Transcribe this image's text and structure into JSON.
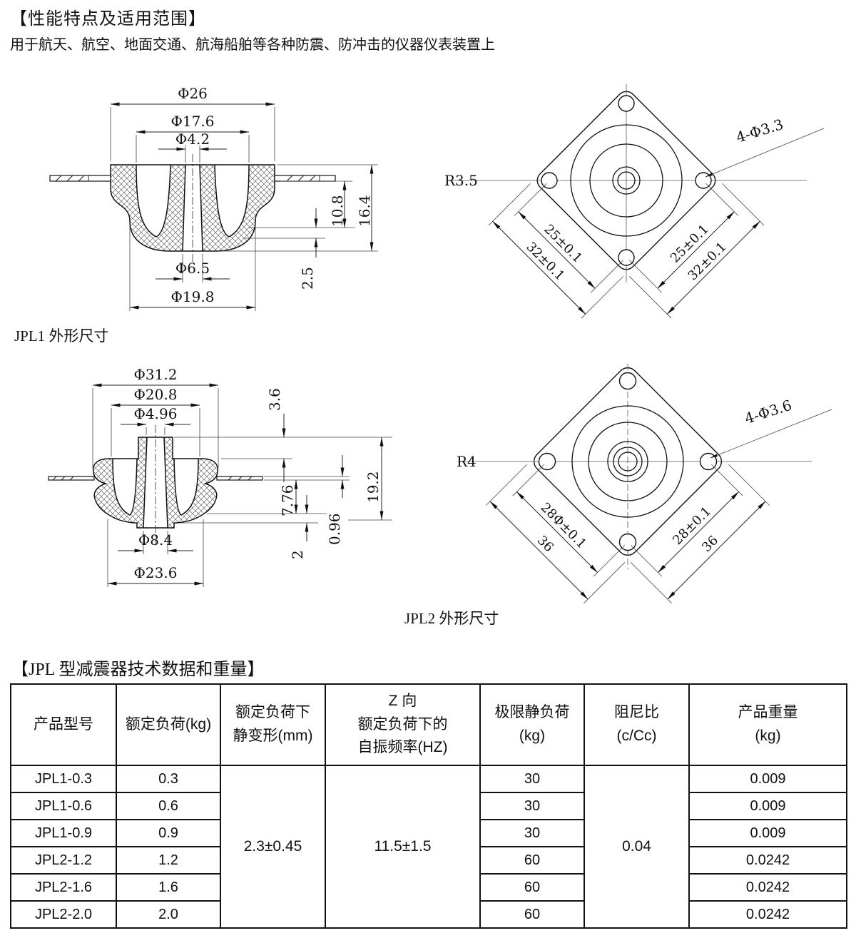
{
  "header": {
    "title": "【性能特点及适用范围】",
    "subtitle": "用于航天、航空、地面交通、航海船舶等各种防震、防冲击的仪器仪表装置上"
  },
  "jpl1": {
    "caption": "JPL1 外形尺寸",
    "section": {
      "d1": "Φ26",
      "d2": "Φ17.6",
      "d3": "Φ4.2",
      "d4": "Φ6.5",
      "d5": "Φ19.8",
      "h_total": "16.4",
      "h_upper": "10.8",
      "h_lower": "2.5"
    },
    "top": {
      "corner_radius": "R3.5",
      "holes": "4-Φ3.3",
      "left_inner": "25±0.1",
      "left_outer": "32±0.1",
      "right_inner": "25±0.1",
      "right_outer": "32±0.1"
    }
  },
  "jpl2": {
    "caption": "JPL2 外形尺寸",
    "section": {
      "d1": "Φ31.2",
      "d2": "Φ20.8",
      "d3": "Φ4.96",
      "d4": "Φ8.4",
      "d5": "Φ23.6",
      "h1": "3.6",
      "h_total": "19.2",
      "h2": "7.76",
      "h3": "0.96",
      "h4": "2"
    },
    "top": {
      "corner_radius": "R4",
      "holes": "4-Φ3.6",
      "left_inner": "28Φ±0.1",
      "left_outer": "36",
      "right_inner": "28±0.1",
      "right_outer": "36"
    }
  },
  "table": {
    "title": "【JPL 型减震器技术数据和重量】",
    "headers": {
      "model": "产品型号",
      "rated_load": "额定负荷(kg)",
      "static_deform": "额定负荷下\n静变形(mm)",
      "frequency": "Z 向\n额定负荷下的\n自振频率(HZ)",
      "limit_load": "极限静负荷\n(kg)",
      "damping": "阻尼比\n(c/Cc)",
      "weight": "产品重量\n(kg)"
    },
    "merged": {
      "static_deform": "2.3±0.45",
      "frequency": "11.5±1.5",
      "damping": "0.04"
    },
    "rows": [
      {
        "model": "JPL1-0.3",
        "rated_load": "0.3",
        "limit_load": "30",
        "weight": "0.009"
      },
      {
        "model": "JPL1-0.6",
        "rated_load": "0.6",
        "limit_load": "30",
        "weight": "0.009"
      },
      {
        "model": "JPL1-0.9",
        "rated_load": "0.9",
        "limit_load": "30",
        "weight": "0.009"
      },
      {
        "model": "JPL2-1.2",
        "rated_load": "1.2",
        "limit_load": "60",
        "weight": "0.0242"
      },
      {
        "model": "JPL2-1.6",
        "rated_load": "1.6",
        "limit_load": "60",
        "weight": "0.0242"
      },
      {
        "model": "JPL2-2.0",
        "rated_load": "2.0",
        "limit_load": "60",
        "weight": "0.0242"
      }
    ]
  }
}
